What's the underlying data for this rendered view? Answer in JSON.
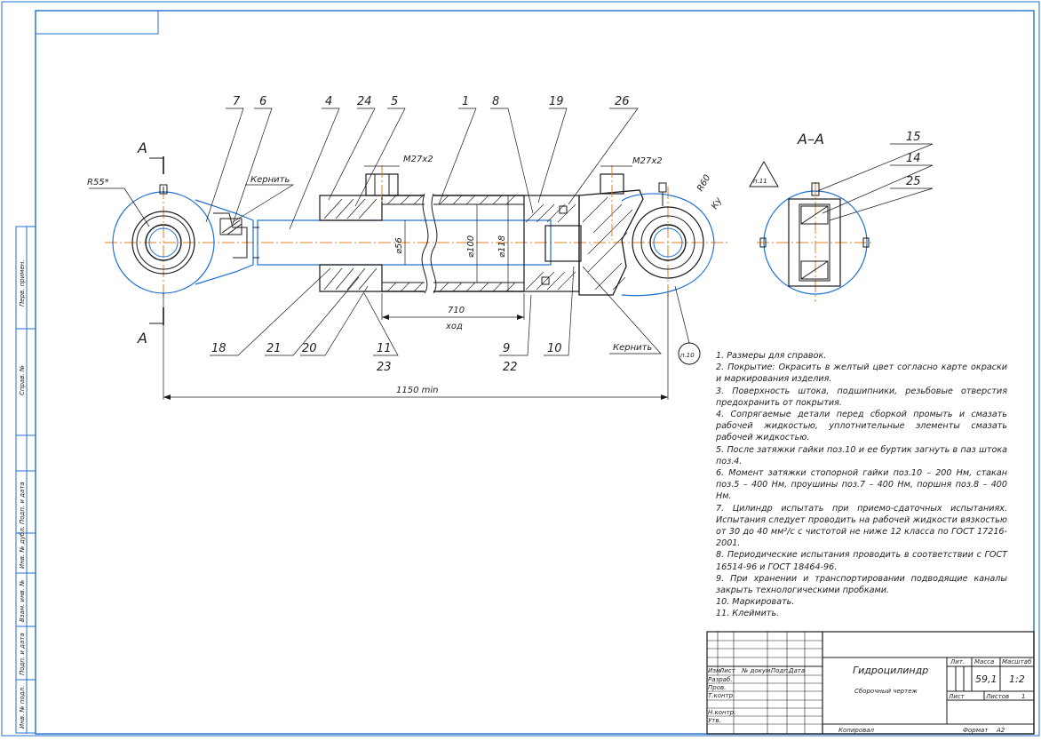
{
  "drawing": {
    "part_labels": [
      "7",
      "6",
      "4",
      "24",
      "5",
      "1",
      "8",
      "19",
      "26",
      "15",
      "14",
      "25",
      "18",
      "21",
      "20",
      "11",
      "23",
      "9",
      "22",
      "10"
    ],
    "section_view": {
      "label": "А–А",
      "cut_letter_top": "А",
      "cut_letter_bottom": "А"
    },
    "dimensions": {
      "radius_eye": "R55*",
      "thread_1": "М27х2",
      "thread_2": "М27х2",
      "radius_end": "R60",
      "dia_rod": "⌀56",
      "dia_bore": "⌀100",
      "dia_outer": "⌀118",
      "stroke_value": "710",
      "stroke_label": "ход",
      "length_min": "1150 min"
    },
    "annotations": {
      "kernit_1": "Кернить",
      "kernit_2": "Кернить",
      "marking": "Ку",
      "note_ref_top": "п.11",
      "note_ref_bottom": "п.10"
    }
  },
  "notes": [
    "1. Размеры для справок.",
    "2. Покрытие: Окрасить в желтый цвет согласно карте окраски и маркирования изделия.",
    "3. Поверхность штока, подшипники, резьбовые отверстия предохранить от покрытия.",
    "4. Сопрягаемые детали перед сборкой промыть и смазать рабочей жидкостью, уплотнительные элементы смазать рабочей жидкостью.",
    "5. После затяжки гайки поз.10 и ее буртик загнуть в паз штока поз.4.",
    "6. Момент затяжки стопорной гайки поз.10 – 200 Нм, стакан поз.5 – 400 Нм, проушины поз.7 – 400 Нм, поршня поз.8 – 400 Нм.",
    "7. Цилиндр испытать при приемо-сдаточных испытаниях. Испытания следует проводить на рабочей жидкости вязкостью от 30 до 40 мм²/с с чистотой не ниже 12 класса по ГОСТ 17216-2001.",
    "8. Периодические испытания проводить в соответствии с ГОСТ 16514-96 и ГОСТ 18464-96.",
    "9. При хранении и транспортировании подводящие каналы закрыть технологическими пробками.",
    "10. Маркировать.",
    "11. Клеймить."
  ],
  "title_block": {
    "name": "Гидроцилиндр",
    "doc_type": "Сборочный чертеж",
    "col_headers": [
      "Изм",
      "Лист",
      "№ докум.",
      "Подп.",
      "Дата"
    ],
    "rows": [
      "Разраб.",
      "Пров.",
      "Т.контр.",
      "",
      "Н.контр.",
      "Утв."
    ],
    "lit_label": "Лит.",
    "mass_label": "Масса",
    "scale_label": "Масштаб",
    "mass": "59,1",
    "scale": "1:2",
    "sheet_label": "Лист",
    "sheets_label": "Листов",
    "sheets_value": "1",
    "copied": "Копировал",
    "format_label": "Формат",
    "format_value": "А2"
  },
  "side_strip": [
    "Перв. примен.",
    "Справ. №",
    "Подп. и дата",
    "Инв. № дубл.",
    "Взам. инв. №",
    "Подп. и дата",
    "Инв. № подл."
  ]
}
